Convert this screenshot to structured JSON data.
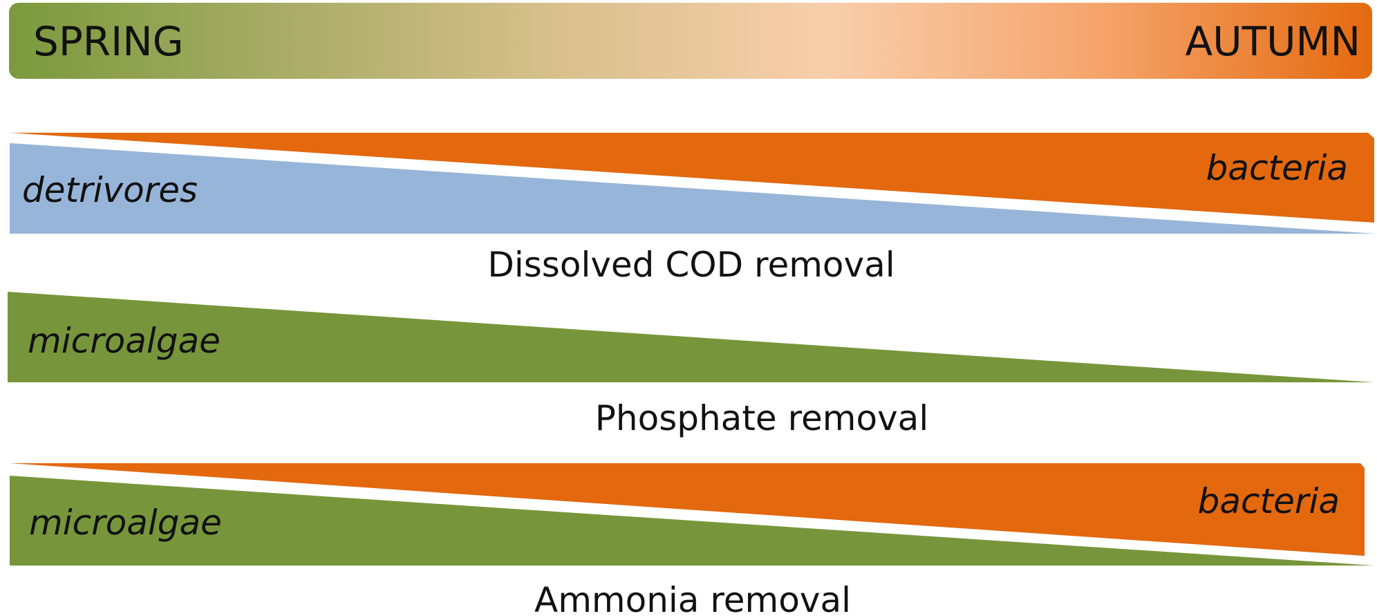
{
  "season_bar": {
    "left_label": "SPRING",
    "right_label": "AUTUMN",
    "colors": [
      "#7a9a3c",
      "#a8ac66",
      "#d8c08c",
      "#f8ceab",
      "#f5a46b",
      "#e46a10"
    ]
  },
  "panels": [
    {
      "process_label": "Dissolved COD removal",
      "left_organism": "detrivores",
      "left_color": "#97b5d8",
      "right_organism": "bacteria",
      "right_color": "#e3680e"
    },
    {
      "process_label": "Phosphate removal",
      "left_organism": "microalgae",
      "left_color": "#77963b"
    },
    {
      "process_label": "Ammonia removal",
      "left_organism": "microalgae",
      "left_color": "#77963b",
      "right_organism": "bacteria",
      "right_color": "#e3680e"
    }
  ]
}
